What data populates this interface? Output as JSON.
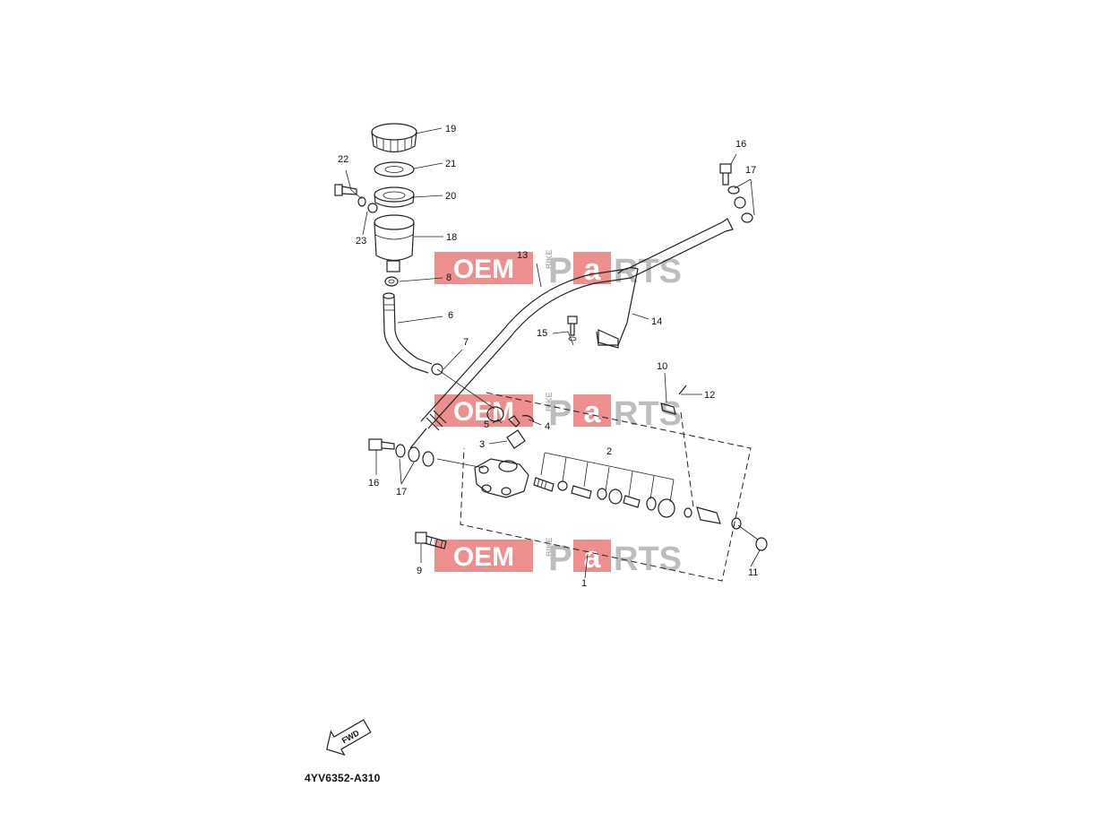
{
  "diagram_code": "4YV6352-A310",
  "fwd_label": "FWD",
  "watermark": {
    "left": "OEM",
    "vertical": "BIKE",
    "right_p": "P",
    "right_a": "a",
    "right_rts": "RTS",
    "accent": "#e03030",
    "gray": "#9a9a9a"
  },
  "callouts": {
    "c19": "19",
    "c21": "21",
    "c20": "20",
    "c18": "18",
    "c22": "22",
    "c23": "23",
    "c8": "8",
    "c6": "6",
    "c13": "13",
    "c7": "7",
    "c14": "14",
    "c15": "15",
    "c16a": "16",
    "c17a": "17",
    "c10": "10",
    "c12": "12",
    "c5": "5",
    "c4": "4",
    "c3": "3",
    "c2": "2",
    "c16b": "16",
    "c17b": "17",
    "c9": "9",
    "c1": "1",
    "c11": "11"
  }
}
